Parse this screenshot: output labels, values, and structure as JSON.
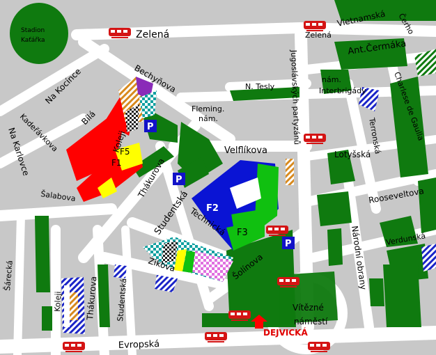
{
  "colors": {
    "block": "#c8c8c8",
    "street": "#ffffff",
    "park": "#0f7a0f",
    "university_blue": "#0a14d4",
    "university_red": "#ff0000",
    "university_yellow": "#ffff00",
    "university_orange": "#d88a1e",
    "university_purple": "#8a2bb8",
    "parking_bg": "#1212c8",
    "tram": "#d41414",
    "metro": "#ff0000"
  },
  "icons": {
    "tram_stop": "tram-icon",
    "parking": "parking-icon",
    "metro": "metro-icon"
  },
  "labels": {
    "stadion": "Stadion",
    "katarka": "Kaťářka",
    "zelena_left": "Zelená",
    "zelena_right": "Zelená",
    "vietnamska": "Vietnamská",
    "cerho": "Čerho",
    "ant_cermaka": "Ant.Čermáka",
    "nakocince": "Na Kocínce",
    "kadeleckova": "Kadeřávkova",
    "nakarlovce": "Na Karlovce",
    "bechynova": "Bechyňova",
    "bila": "Bílá",
    "koleji_top": "Koleji",
    "f5": "F5",
    "f1": "F1",
    "fleming1": "Fleming.",
    "fleming2": "nám.",
    "n_tesly": "N. Tesly",
    "nam": "nám.",
    "interbrigady": "Interbrigády",
    "jugoslavskych": "Jugoslávských partyzánů",
    "charlese": "Charlese de Gaulla",
    "veltrikova": "Velflíkova",
    "lotysska": "Lotyšská",
    "terronska": "Terronská",
    "thakurova_mid": "Thákurova",
    "salabova": "Šalabova",
    "studentska_mid": "Studentská",
    "technicka": "Technická",
    "f2": "F2",
    "f3": "F3",
    "rooseveltova": "Rooseveltova",
    "verdunska": "Verdunská",
    "narodni_obrany": "Národní obrany",
    "zikova": "Zikova",
    "solinova": "Šolínova",
    "sarecka": "Šárecká",
    "koleji_bottom": "Koleji",
    "thakurova_bottom": "Thákurova",
    "studentska_bottom": "Studentská",
    "vitezne1": "Vítězné",
    "vitezne2": "náměstí",
    "dejvicka": "DEJVICKÁ",
    "evropska": "Evropská",
    "parking_letter": "P"
  }
}
